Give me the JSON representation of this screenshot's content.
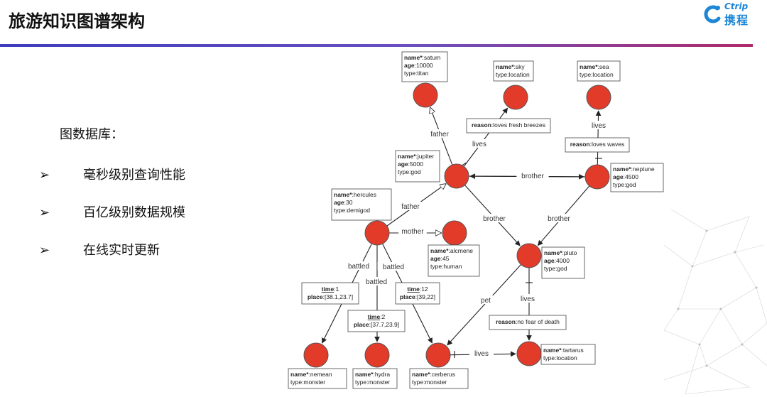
{
  "header": {
    "title": "旅游知识图谱架构",
    "logo_en": "Ctrip",
    "logo_cn": "携程"
  },
  "colors": {
    "node_fill": "#e23b2a",
    "node_stroke": "#555555",
    "divider_start": "#3d3dbd",
    "divider_end": "#b02a6a",
    "logo_blue": "#1d86d6"
  },
  "left_panel": {
    "heading": "图数据库：",
    "bullets": [
      {
        "marker": "➢",
        "text": "毫秒级别查询性能"
      },
      {
        "marker": "➢",
        "text": "百亿级别数据规模"
      },
      {
        "marker": "➢",
        "text": "在线实时更新"
      }
    ]
  },
  "diagram": {
    "nodes": {
      "saturn": {
        "lines": [
          {
            "k": "name*",
            "v": ":saturn"
          },
          {
            "k": "age",
            "v": ":10000"
          },
          {
            "k": "",
            "v": "type:titan"
          }
        ]
      },
      "sky": {
        "lines": [
          {
            "k": "name*",
            "v": ":sky"
          },
          {
            "k": "",
            "v": "type:location"
          }
        ]
      },
      "sea": {
        "lines": [
          {
            "k": "name*",
            "v": ":sea"
          },
          {
            "k": "",
            "v": "type:location"
          }
        ]
      },
      "jupiter": {
        "lines": [
          {
            "k": "name*",
            "v": ":jupiter"
          },
          {
            "k": "age",
            "v": ":5000"
          },
          {
            "k": "",
            "v": "type:god"
          }
        ]
      },
      "neptune": {
        "lines": [
          {
            "k": "name*",
            "v": ":neptune"
          },
          {
            "k": "age",
            "v": ":4500"
          },
          {
            "k": "",
            "v": "type:god"
          }
        ]
      },
      "hercules": {
        "lines": [
          {
            "k": "name*",
            "v": ":hercules"
          },
          {
            "k": "age",
            "v": ":30"
          },
          {
            "k": "",
            "v": "type:demigod"
          }
        ]
      },
      "alcmene": {
        "lines": [
          {
            "k": "name*",
            "v": ":alcmene"
          },
          {
            "k": "age",
            "v": ":45"
          },
          {
            "k": "",
            "v": "type:human"
          }
        ]
      },
      "pluto": {
        "lines": [
          {
            "k": "name*",
            "v": ":pluto"
          },
          {
            "k": "age",
            "v": ":4000"
          },
          {
            "k": "",
            "v": "type:god"
          }
        ]
      },
      "nemean": {
        "lines": [
          {
            "k": "name*",
            "v": ":nemean"
          },
          {
            "k": "",
            "v": "type:monster"
          }
        ]
      },
      "hydra": {
        "lines": [
          {
            "k": "name*",
            "v": ":hydra"
          },
          {
            "k": "",
            "v": "type:monster"
          }
        ]
      },
      "cerberus": {
        "lines": [
          {
            "k": "name*",
            "v": ":cerberus"
          },
          {
            "k": "",
            "v": "type:monster"
          }
        ]
      },
      "tartarus": {
        "lines": [
          {
            "k": "name*",
            "v": ":tartarus"
          },
          {
            "k": "",
            "v": "type:location"
          }
        ]
      }
    },
    "edge_labels": {
      "father1": "father",
      "lives_sky": "lives",
      "lives_sea": "lives",
      "brother1": "brother",
      "father2": "father",
      "mother": "mother",
      "brother2": "brother",
      "brother3": "brother",
      "battled1": "battled",
      "battled2": "battled",
      "battled3": "battled",
      "pet": "pet",
      "lives_tartarus1": "lives",
      "lives_tartarus2": "lives"
    },
    "edge_props": {
      "sky_reason": [
        {
          "k": "reason",
          "v": ":loves fresh breezes"
        }
      ],
      "sea_reason": [
        {
          "k": "reason",
          "v": ":loves waves"
        }
      ],
      "tartarus_reason": [
        {
          "k": "reason",
          "v": ":no fear of death"
        }
      ],
      "battle1": [
        {
          "k": "time",
          "v": ":1",
          "u": true
        },
        {
          "k": "place",
          "v": ":[38.1,23.7]"
        }
      ],
      "battle2": [
        {
          "k": "time",
          "v": ":2",
          "u": true
        },
        {
          "k": "place",
          "v": ":[37.7,23.9]"
        }
      ],
      "battle3": [
        {
          "k": "time",
          "v": ":12",
          "u": true
        },
        {
          "k": "place",
          "v": ":[39,22]"
        }
      ]
    }
  }
}
